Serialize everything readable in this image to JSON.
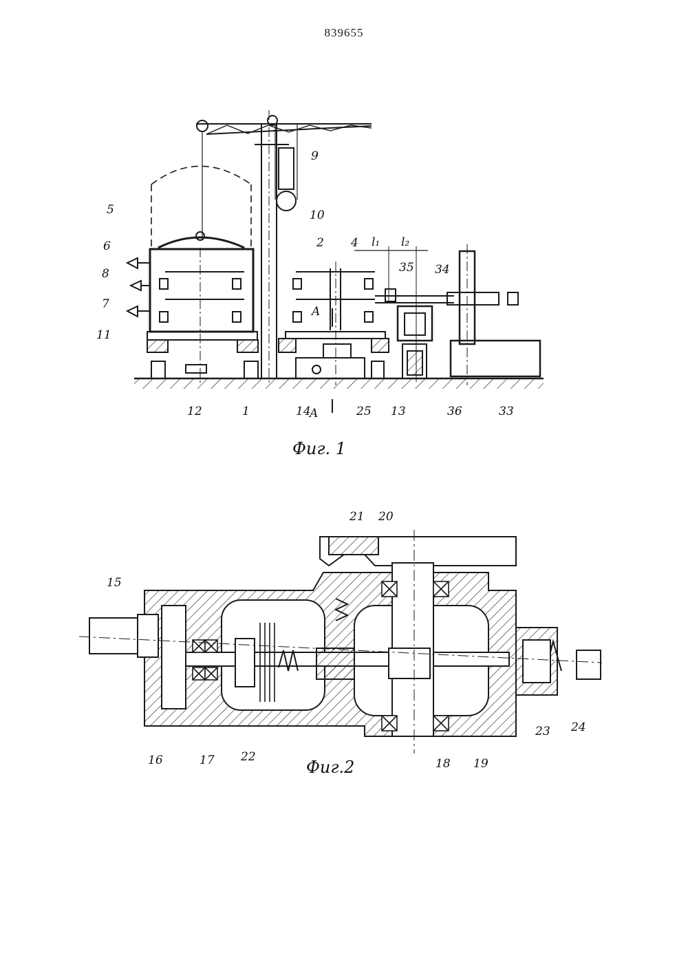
{
  "patent_number": "839655",
  "figure1": {
    "caption": "Фиг. 1",
    "labels": {
      "l5": "5",
      "l6": "6",
      "l8": "8",
      "l7": "7",
      "l11": "11",
      "l12": "12",
      "l1": "1",
      "l14": "14",
      "l25": "25",
      "l13": "13",
      "l36": "36",
      "l33": "33",
      "l9": "9",
      "l10": "10",
      "l2": "2",
      "l4": "4",
      "l35": "35",
      "l34": "34",
      "d1": "l₁",
      "d2": "l₂",
      "secA_top": "A",
      "secA_bot": "A"
    }
  },
  "figure2": {
    "caption": "Фиг.2",
    "labels": {
      "l15": "15",
      "l16": "16",
      "l17": "17",
      "l22": "22",
      "l21": "21",
      "l20": "20",
      "l18": "18",
      "l19": "19",
      "l23": "23",
      "l24": "24"
    }
  }
}
